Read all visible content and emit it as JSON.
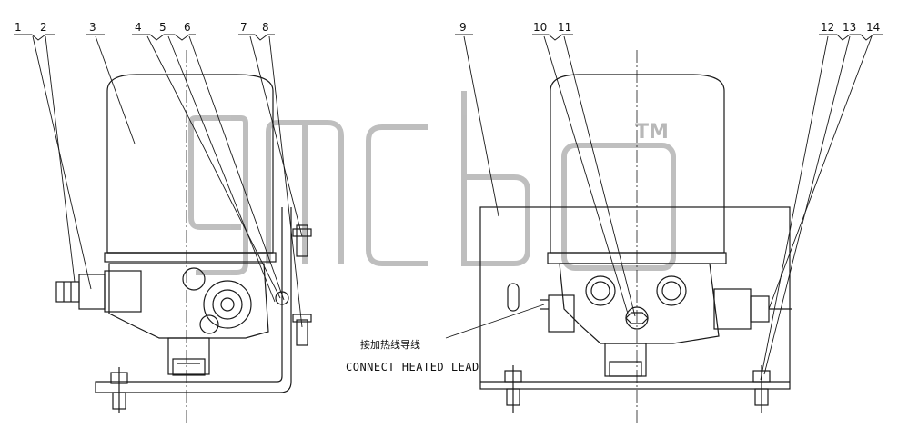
{
  "callouts": {
    "left": [
      "1",
      "2",
      "3",
      "4",
      "5",
      "6",
      "7",
      "8"
    ],
    "right": [
      "9",
      "10",
      "11",
      "12",
      "13",
      "14"
    ]
  },
  "note": {
    "chinese": "接加热线导线",
    "english": "CONNECT HEATED LEAD"
  },
  "watermark": {
    "text": "gmcb",
    "tm": "TM",
    "color": "#b8b8b8"
  },
  "line_color": "#1a1a1a"
}
